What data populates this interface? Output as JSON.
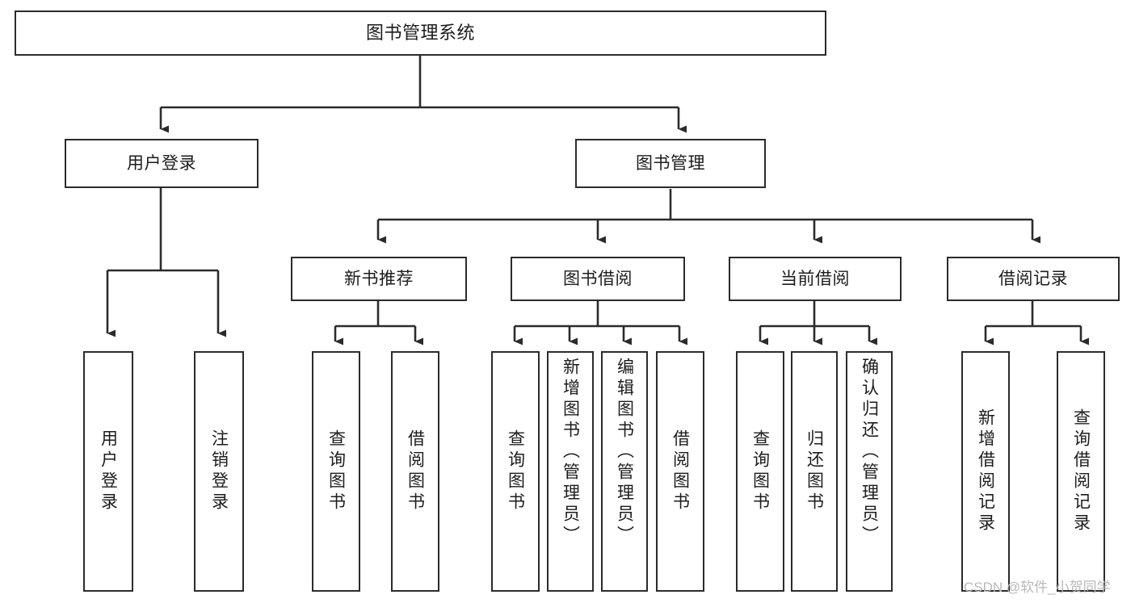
{
  "diagram": {
    "type": "tree-hierarchy",
    "title": "图书管理系统",
    "watermark": "CSDN @软件_小贺同学",
    "colors": {
      "box_border": "#2b2b2b",
      "box_fill": "#ffffff",
      "connector": "#2b2b2b",
      "text": "#1c1c1c",
      "watermark": "#b9b9b9",
      "background": "#ffffff"
    },
    "root": {
      "label": "图书管理系统"
    },
    "level1": [
      {
        "label": "用户登录"
      },
      {
        "label": "图书管理"
      }
    ],
    "level2": [
      {
        "label": "新书推荐"
      },
      {
        "label": "图书借阅"
      },
      {
        "label": "当前借阅"
      },
      {
        "label": "借阅记录"
      }
    ],
    "leaves": {
      "user_login": [
        {
          "label": "用户登录"
        },
        {
          "label": "注销登录"
        }
      ],
      "new_book": [
        {
          "label": "查询图书"
        },
        {
          "label": "借阅图书"
        }
      ],
      "book_borrow": [
        {
          "label": "查询图书"
        },
        {
          "label": "新增图书（管理员）"
        },
        {
          "label": "编辑图书（管理员）"
        },
        {
          "label": "借阅图书"
        }
      ],
      "current_borrow": [
        {
          "label": "查询图书"
        },
        {
          "label": "归还图书"
        },
        {
          "label": "确认归还（管理员）"
        }
      ],
      "borrow_record": [
        {
          "label": "新增借阅记录"
        },
        {
          "label": "查询借阅记录"
        }
      ]
    }
  },
  "chart_data": {
    "type": "table",
    "title": "图书管理系统 功能结构图",
    "nodes": [
      {
        "id": "root",
        "label": "图书管理系统",
        "level": 0,
        "parent": null
      },
      {
        "id": "l1-0",
        "label": "用户登录",
        "level": 1,
        "parent": "root"
      },
      {
        "id": "l1-1",
        "label": "图书管理",
        "level": 1,
        "parent": "root"
      },
      {
        "id": "l2-0",
        "label": "新书推荐",
        "level": 2,
        "parent": "l1-1"
      },
      {
        "id": "l2-1",
        "label": "图书借阅",
        "level": 2,
        "parent": "l1-1"
      },
      {
        "id": "l2-2",
        "label": "当前借阅",
        "level": 2,
        "parent": "l1-1"
      },
      {
        "id": "l2-3",
        "label": "借阅记录",
        "level": 2,
        "parent": "l1-1"
      },
      {
        "id": "l3-0",
        "label": "用户登录",
        "level": 3,
        "parent": "l1-0"
      },
      {
        "id": "l3-1",
        "label": "注销登录",
        "level": 3,
        "parent": "l1-0"
      },
      {
        "id": "l3-2",
        "label": "查询图书",
        "level": 3,
        "parent": "l2-0"
      },
      {
        "id": "l3-3",
        "label": "借阅图书",
        "level": 3,
        "parent": "l2-0"
      },
      {
        "id": "l3-4",
        "label": "查询图书",
        "level": 3,
        "parent": "l2-1"
      },
      {
        "id": "l3-5",
        "label": "新增图书（管理员）",
        "level": 3,
        "parent": "l2-1"
      },
      {
        "id": "l3-6",
        "label": "编辑图书（管理员）",
        "level": 3,
        "parent": "l2-1"
      },
      {
        "id": "l3-7",
        "label": "借阅图书",
        "level": 3,
        "parent": "l2-1"
      },
      {
        "id": "l3-8",
        "label": "查询图书",
        "level": 3,
        "parent": "l2-2"
      },
      {
        "id": "l3-9",
        "label": "归还图书",
        "level": 3,
        "parent": "l2-2"
      },
      {
        "id": "l3-10",
        "label": "确认归还（管理员）",
        "level": 3,
        "parent": "l2-2"
      },
      {
        "id": "l3-11",
        "label": "新增借阅记录",
        "level": 3,
        "parent": "l2-3"
      },
      {
        "id": "l3-12",
        "label": "查询借阅记录",
        "level": 3,
        "parent": "l2-3"
      }
    ]
  }
}
